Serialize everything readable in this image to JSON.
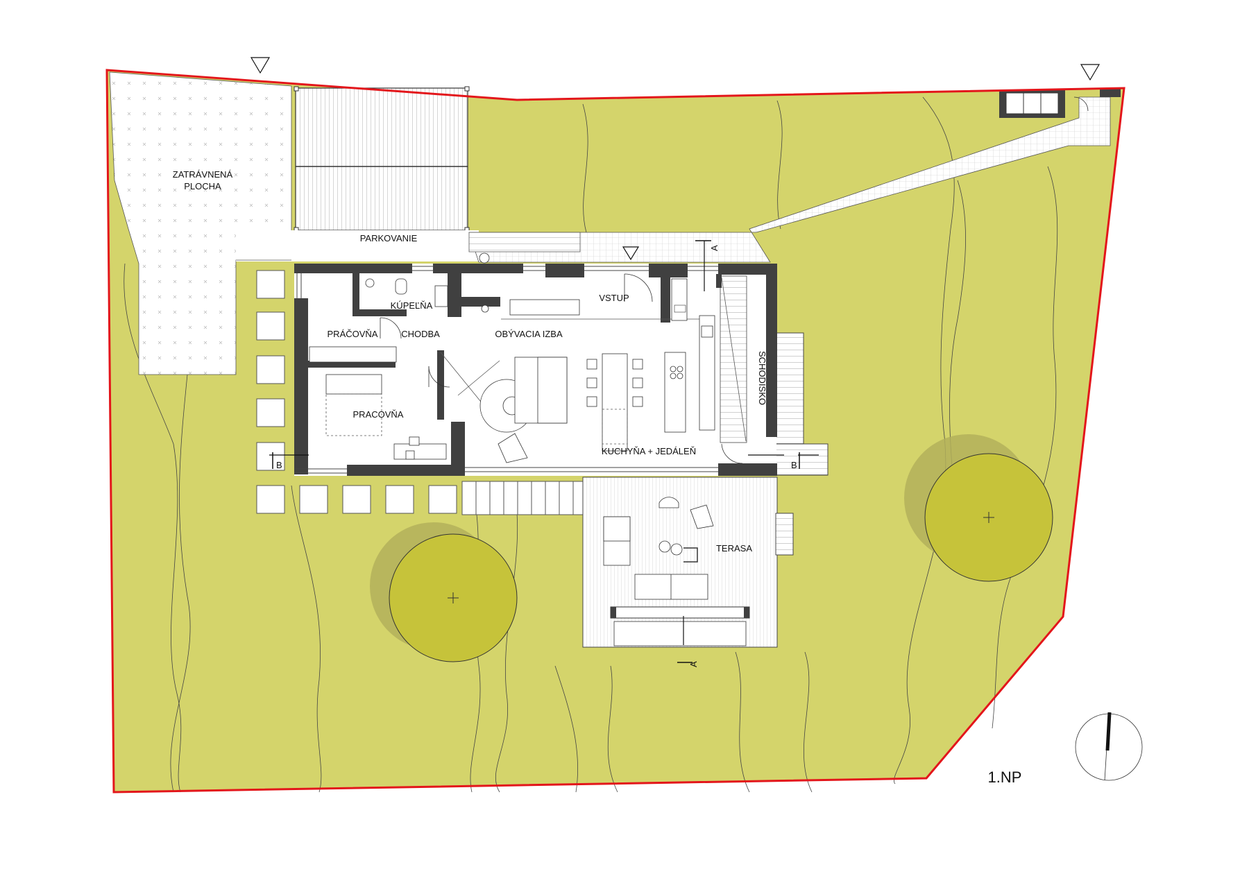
{
  "title": "1.NP",
  "colors": {
    "lawn": "#d4d46b",
    "tree": "#c6c33a",
    "tree_shadow": "#b3b05a",
    "plot_boundary": "#e3161b",
    "wall": "#404040",
    "paving": "#ffffff",
    "line": "#333333"
  },
  "areas": {
    "grass_paver": "ZATRÁVNENÁ\nPLOCHA",
    "parking": "PARKOVANIE",
    "terrace": "TERASA"
  },
  "rooms": {
    "bathroom": "KÚPEĽŇA",
    "laundry": "PRÁČOVŇA",
    "corridor": "CHODBA",
    "living_room": "OBÝVACIA IZBA",
    "entrance": "VSTUP",
    "study": "PRACOVŇA",
    "kitchen_dining": "KUCHYŇA + JEDÁLEŇ",
    "staircase": "SCHODISKO"
  },
  "section_marks": {
    "a_top": "A",
    "a_bottom": "A",
    "b_left": "B",
    "b_right": "B"
  },
  "icons": [
    "entrance-triangle-icon",
    "north-arrow-icon",
    "tree-symbol-icon",
    "door-swing-icon"
  ]
}
